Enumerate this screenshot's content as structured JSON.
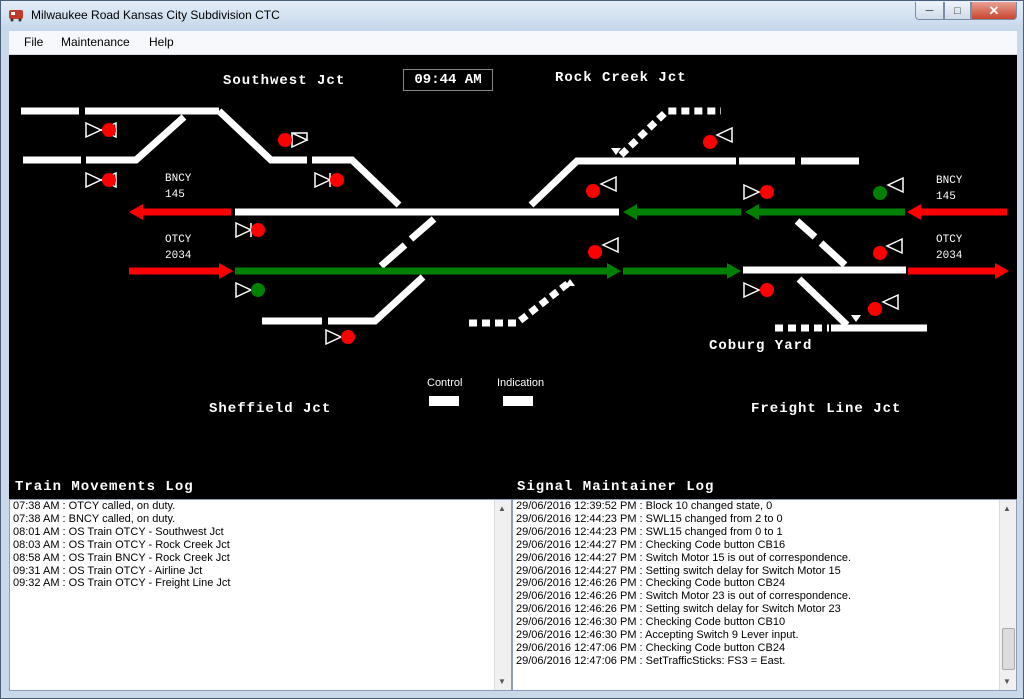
{
  "window": {
    "title": "Milwaukee Road Kansas City Subdivision CTC"
  },
  "menu": {
    "file": "File",
    "maintenance": "Maintenance",
    "help": "Help"
  },
  "panel": {
    "clock": "09:44 AM",
    "stations": {
      "southwest": "Southwest Jct",
      "rock_creek": "Rock Creek Jct",
      "sheffield": "Sheffield Jct",
      "freight_line": "Freight Line Jct",
      "coburg": "Coburg Yard"
    },
    "trains": {
      "west_bncy": {
        "name": "BNCY",
        "number": "145"
      },
      "west_otcy": {
        "name": "OTCY",
        "number": "2034"
      },
      "east_bncy": {
        "name": "BNCY",
        "number": "145"
      },
      "east_otcy": {
        "name": "OTCY",
        "number": "2034"
      }
    },
    "legend": {
      "control": "Control",
      "indication": "Indication"
    },
    "colors": {
      "occupied": "#ff0000",
      "routed": "#008000",
      "track": "#ffffff",
      "signal_stop": "#ff0000",
      "signal_clear": "#008000"
    }
  },
  "train_log": {
    "title": "Train Movements Log",
    "lines": [
      "07:38 AM : OTCY called, on duty.",
      "07:38 AM : BNCY called, on duty.",
      "08:01 AM : OS Train OTCY - Southwest Jct",
      "08:03 AM : OS Train OTCY - Rock Creek Jct",
      "08:58 AM : OS Train BNCY - Rock Creek Jct",
      "09:31 AM : OS Train OTCY - Airline Jct",
      "09:32 AM : OS Train OTCY - Freight Line Jct"
    ]
  },
  "maint_log": {
    "title": "Signal Maintainer Log",
    "lines": [
      "29/06/2016 12:39:52 PM : Block 10 changed state, 0",
      "29/06/2016 12:44:23 PM : SWL15 changed from 2 to 0",
      "29/06/2016 12:44:23 PM : SWL15 changed from 0 to 1",
      "29/06/2016 12:44:27 PM : Checking Code button CB16",
      "29/06/2016 12:44:27 PM : Switch Motor 15 is out of correspondence.",
      "29/06/2016 12:44:27 PM : Setting switch delay for Switch Motor 15",
      "29/06/2016 12:46:26 PM : Checking Code button CB24",
      "29/06/2016 12:46:26 PM : Switch Motor 23 is out of correspondence.",
      "29/06/2016 12:46:26 PM : Setting switch delay for Switch Motor 23",
      "29/06/2016 12:46:30 PM : Checking Code button CB10",
      "29/06/2016 12:46:30 PM : Accepting Switch 9 Lever input.",
      "29/06/2016 12:47:06 PM : Checking Code button CB24",
      "29/06/2016 12:47:06 PM : SetTrafficSticks: FS3 = East."
    ]
  }
}
